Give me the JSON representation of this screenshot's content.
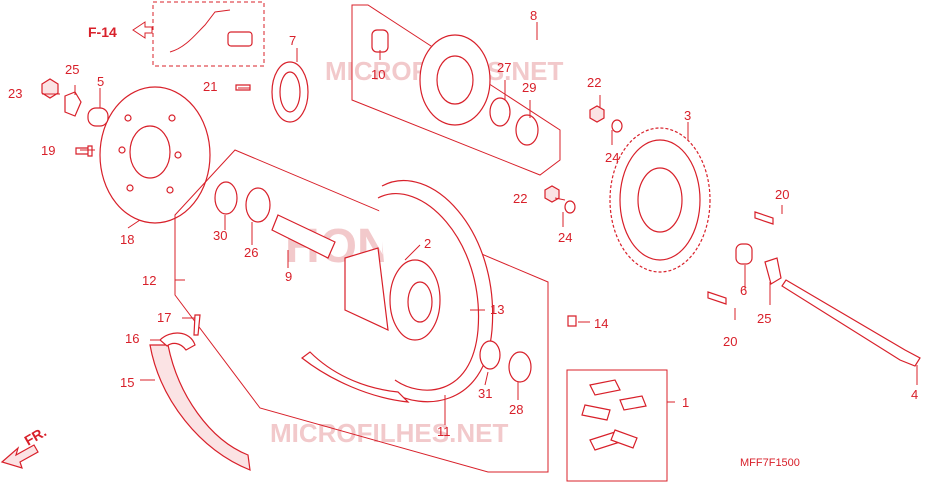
{
  "diagram": {
    "ref_label": "F-14",
    "front_label": "FR.",
    "drawing_code": "MFF7F1500",
    "watermarks": [
      "MICROFILHES.NET",
      "HONDA",
      "MICROFILHES.NET"
    ],
    "callouts": [
      "1",
      "2",
      "3",
      "4",
      "5",
      "6",
      "7",
      "8",
      "9",
      "10",
      "11",
      "12",
      "13",
      "14",
      "15",
      "16",
      "17",
      "18",
      "19",
      "20",
      "20",
      "21",
      "22",
      "22",
      "23",
      "24",
      "24",
      "25",
      "25",
      "26",
      "27",
      "28",
      "29",
      "30",
      "31"
    ]
  }
}
